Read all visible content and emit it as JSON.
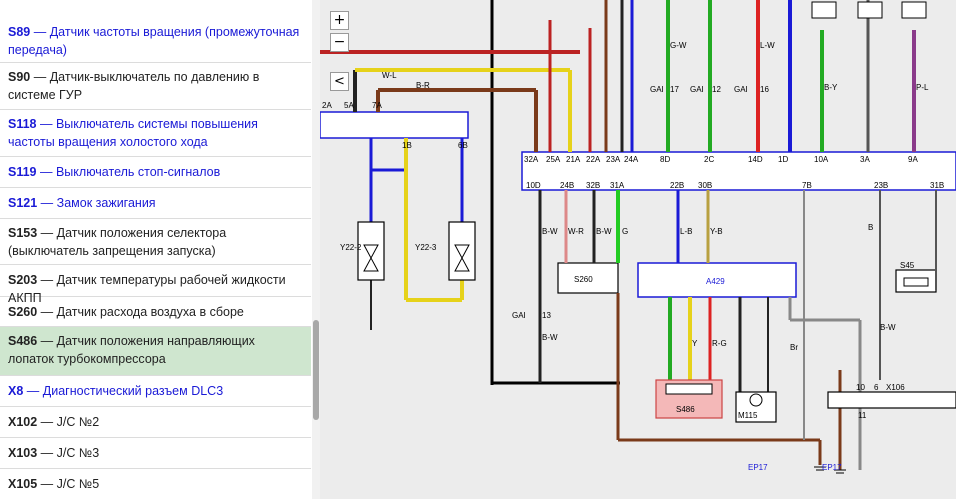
{
  "sidebar": {
    "items": [
      {
        "code": "S89",
        "text": "Датчик частоты вращения (промежуточная передача)",
        "link": true,
        "active": false
      },
      {
        "code": "S90",
        "text": "Датчик-выключатель по давлению в системе ГУР",
        "link": false,
        "active": false
      },
      {
        "code": "S118",
        "text": "Выключатель системы повышения частоты вращения холостого хода",
        "link": true,
        "active": false
      },
      {
        "code": "S119",
        "text": "Выключатель стоп-сигналов",
        "link": true,
        "active": false
      },
      {
        "code": "S121",
        "text": "Замок зажигания",
        "link": true,
        "active": false
      },
      {
        "code": "S153",
        "text": "Датчик положения селектора (выключатель запрещения запуска)",
        "link": false,
        "active": false
      },
      {
        "code": "S203",
        "text": "Датчик температуры рабочей жидкости АКПП",
        "link": false,
        "active": false
      },
      {
        "code": "S260",
        "text": "Датчик расхода воздуха в сборе",
        "link": false,
        "active": false
      },
      {
        "code": "S486",
        "text": "Датчик положения направляющих лопаток турбокомпрессора",
        "link": false,
        "active": true
      },
      {
        "code": "X8",
        "text": "Диагностический разъем DLC3",
        "link": true,
        "active": false
      },
      {
        "code": "X102",
        "text": "J/C №2",
        "link": false,
        "active": false
      },
      {
        "code": "X103",
        "text": "J/C №3",
        "link": false,
        "active": false
      },
      {
        "code": "X105",
        "text": "J/C №5",
        "link": false,
        "active": false
      }
    ],
    "separator": " — "
  },
  "controls": {
    "zoom_in": "+",
    "zoom_out": "−",
    "collapse": "<"
  },
  "diagram": {
    "components": {
      "y22_2": "Y22-2",
      "y22_3": "Y22-3",
      "s260": "S260",
      "a429": "A429",
      "s45": "S45",
      "s486": "S486",
      "m115": "M115",
      "x106": "X106",
      "ep17_a": "EP17",
      "ep17_b": "EP17"
    },
    "wires": {
      "w_l": "W-L",
      "b_r": "B-R",
      "b_w1": "B-W",
      "b_w2": "B-W",
      "b_w3": "B-W",
      "b_w4": "B-W",
      "w_r": "W-R",
      "g": "G",
      "l_b": "L-B",
      "y_b": "Y-B",
      "g_w": "G-W",
      "l_w": "L-W",
      "p_l": "P-L",
      "br": "Br",
      "y": "Y",
      "b_y": "B-Y",
      "r_g": "R-G",
      "b": "B"
    },
    "pins": {
      "p2a": "2A",
      "p5a": "5A",
      "p7a": "7A",
      "p1b": "1B",
      "p6b": "6B",
      "p32a": "32A",
      "p25a": "25A",
      "p21a": "21A",
      "p22a": "22A",
      "p23a": "23A",
      "p24a": "24A",
      "p8d": "8D",
      "p2c": "2C",
      "p14d": "14D",
      "p1d": "1D",
      "p10a": "10A",
      "p3a": "3A",
      "p9a": "9A",
      "p10d": "10D",
      "p24b": "24B",
      "p32b": "32B",
      "p31a": "31A",
      "p22b": "22B",
      "p30b": "30B",
      "p7b": "7B",
      "p23b": "23B",
      "p31b": "31B",
      "gai17": "GAI",
      "gai12": "GAI",
      "gai16": "GAI",
      "gai13": "GAI",
      "n17": "17",
      "n12": "12",
      "n16": "16",
      "n13": "13",
      "x106_6": "6",
      "x106_10": "10",
      "x106_11": "11"
    }
  }
}
